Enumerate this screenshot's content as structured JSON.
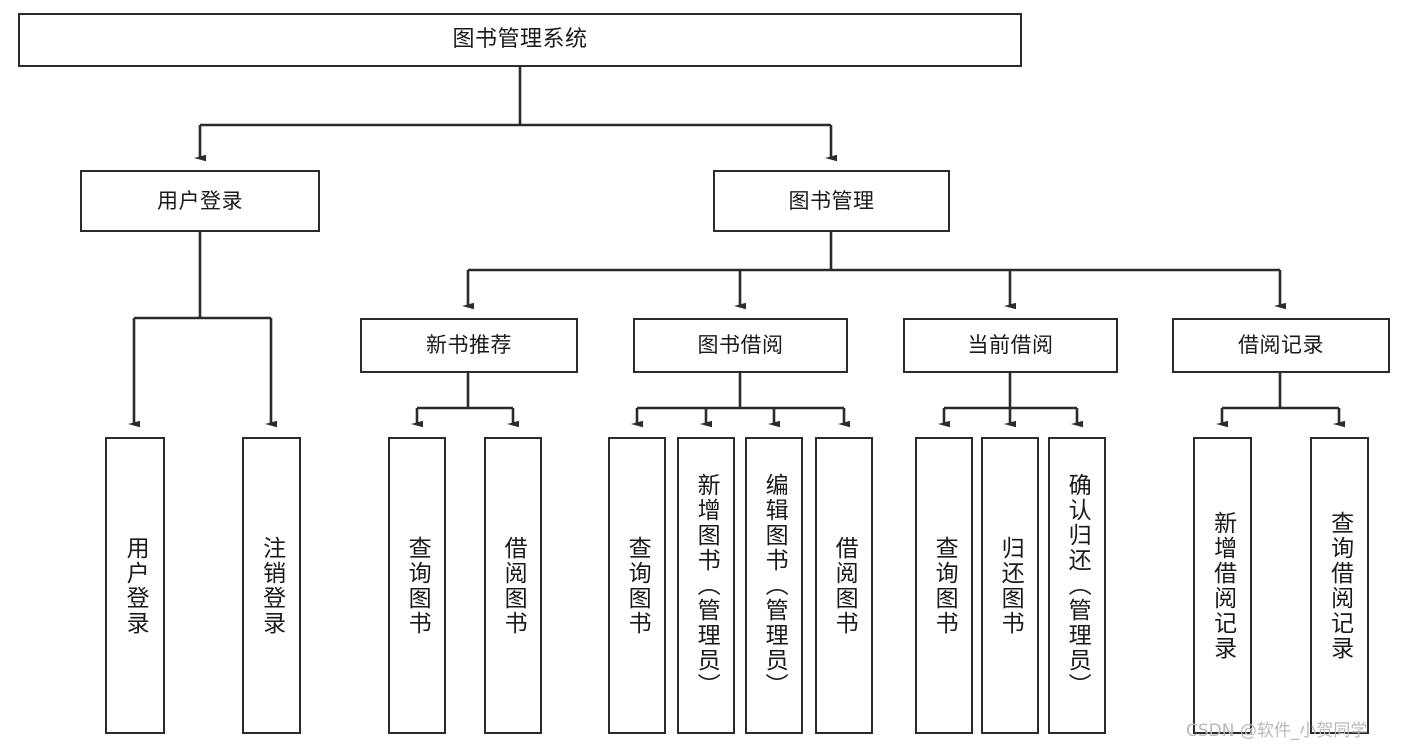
{
  "diagram": {
    "type": "tree-hierarchy",
    "title": "图书管理系统",
    "watermark": "CSDN @软件_小贺同学",
    "colors": {
      "background": "#ffffff",
      "box_border": "#2b2b2b",
      "box_fill": "#ffffff",
      "connector": "#2b2b2b",
      "text": "#1a1a1a",
      "watermark": "#b9b9b9"
    },
    "nodes": {
      "root": {
        "label": "图书管理系统"
      },
      "level2": [
        {
          "id": "user-login",
          "label": "用户登录"
        },
        {
          "id": "book-manage",
          "label": "图书管理"
        }
      ],
      "level3": [
        {
          "id": "new-book-recommend",
          "label": "新书推荐"
        },
        {
          "id": "book-borrow",
          "label": "图书借阅"
        },
        {
          "id": "current-borrow",
          "label": "当前借阅"
        },
        {
          "id": "borrow-record",
          "label": "借阅记录"
        }
      ],
      "leaves": {
        "user_login": [
          {
            "id": "leaf-user-login",
            "label": "用户登录"
          },
          {
            "id": "leaf-user-logout",
            "label": "注销登录"
          }
        ],
        "new_book_recommend": [
          {
            "id": "leaf-query-book-1",
            "label": "查询图书"
          },
          {
            "id": "leaf-borrow-book-1",
            "label": "借阅图书"
          }
        ],
        "book_borrow": [
          {
            "id": "leaf-query-book-2",
            "label": "查询图书"
          },
          {
            "id": "leaf-add-book",
            "label": "新增图书（管理员）"
          },
          {
            "id": "leaf-edit-book",
            "label": "编辑图书（管理员）"
          },
          {
            "id": "leaf-borrow-book-2",
            "label": "借阅图书"
          }
        ],
        "current_borrow": [
          {
            "id": "leaf-query-book-3",
            "label": "查询图书"
          },
          {
            "id": "leaf-return-book",
            "label": "归还图书"
          },
          {
            "id": "leaf-confirm-return",
            "label": "确认归还（管理员）"
          }
        ],
        "borrow_record": [
          {
            "id": "leaf-add-record",
            "label": "新增借阅记录"
          },
          {
            "id": "leaf-query-record",
            "label": "查询借阅记录"
          }
        ]
      }
    }
  }
}
